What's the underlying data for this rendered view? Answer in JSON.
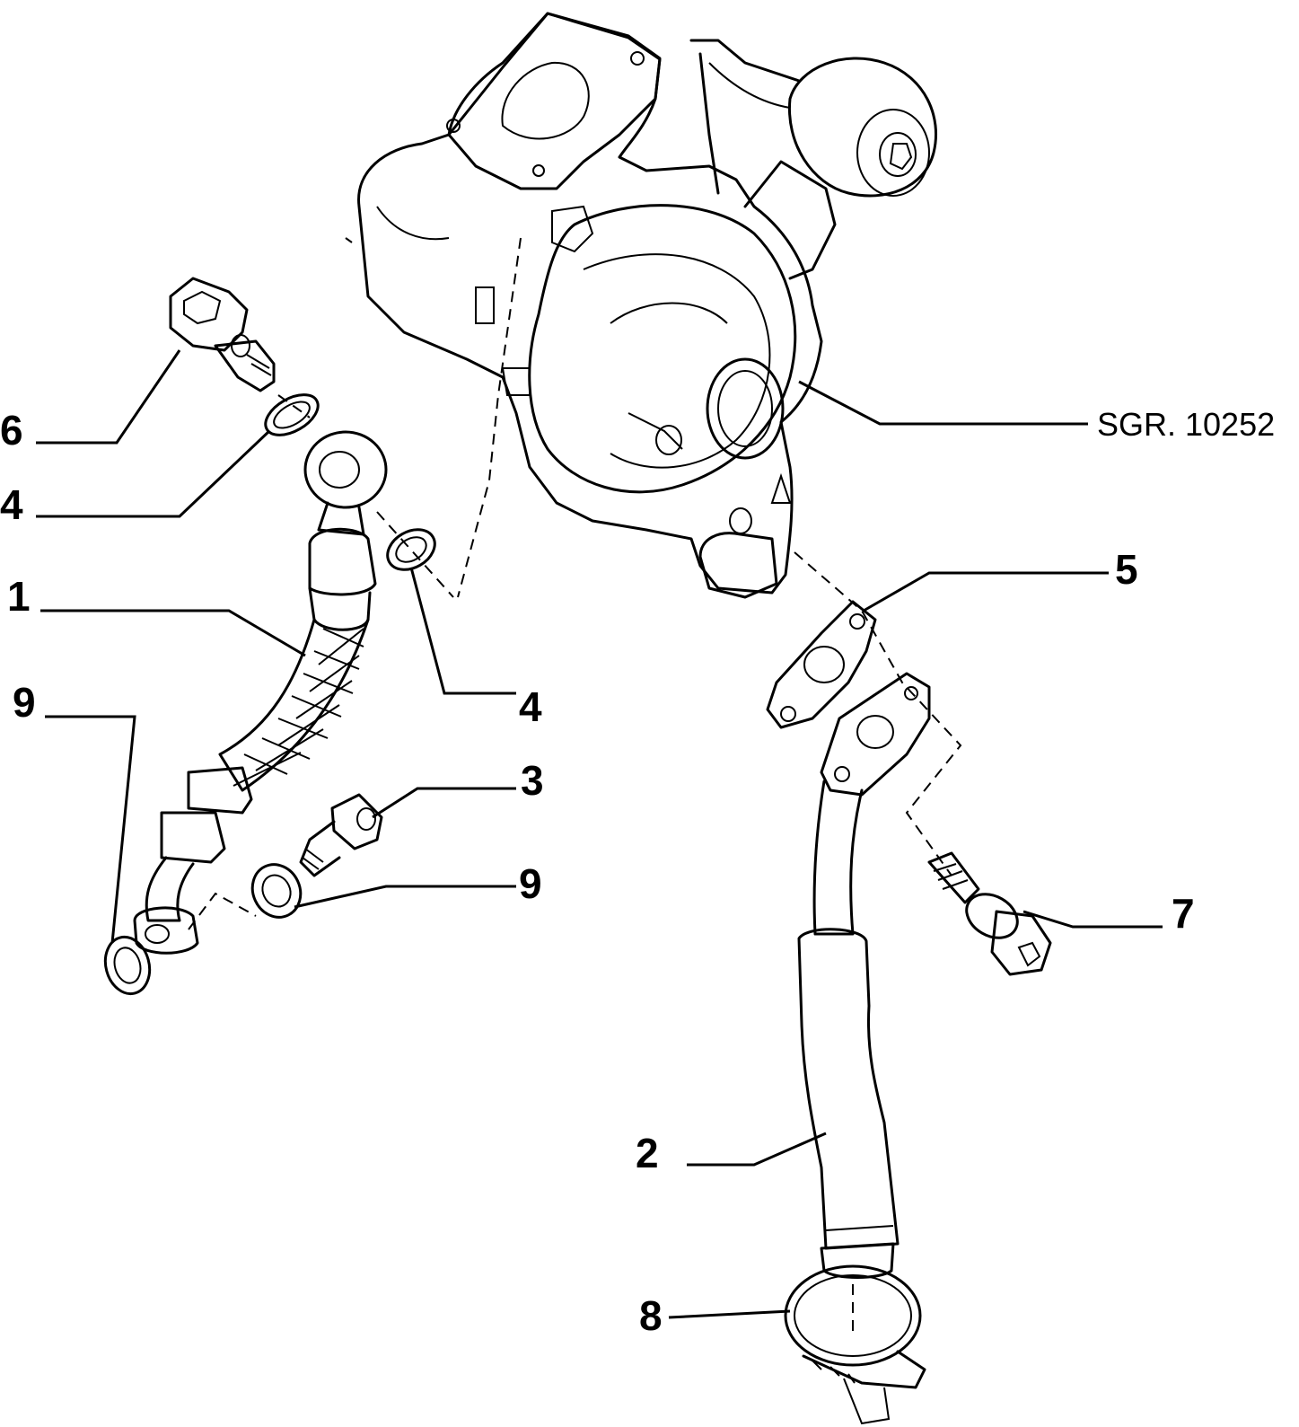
{
  "reference": "SGR. 10252",
  "callouts": {
    "c6": "6",
    "c4a": "4",
    "c1": "1",
    "c9a": "9",
    "c4b": "4",
    "c3": "3",
    "c9b": "9",
    "c5": "5",
    "c7": "7",
    "c2": "2",
    "c8": "8"
  },
  "colors": {
    "ink": "#000000",
    "paper": "#ffffff"
  }
}
